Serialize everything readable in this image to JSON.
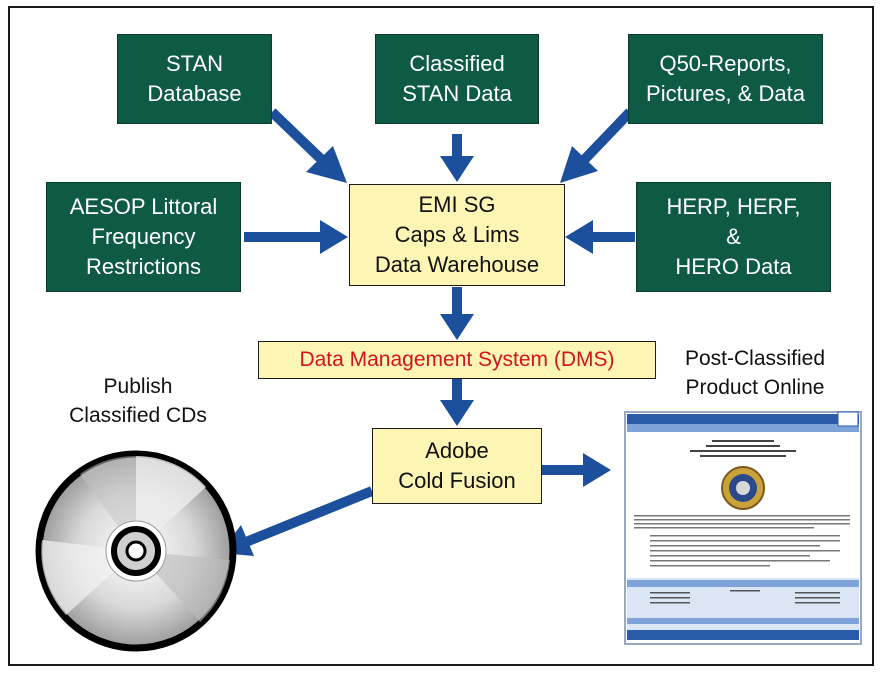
{
  "nodes": {
    "stan": "STAN\nDatabase",
    "classified_stan": "Classified\nSTAN Data",
    "q50": "Q50-Reports,\nPictures, & Data",
    "aesop": "AESOP Littoral\nFrequency\nRestrictions",
    "emi": "EMI SG\nCaps & Lims\nData Warehouse",
    "herp": "HERP, HERF,\n&\nHERO Data",
    "dms": "Data Management System (DMS)",
    "adobe": "Adobe\nCold Fusion"
  },
  "labels": {
    "publish": "Publish\nClassified CDs",
    "post_classified": "Post-Classified\nProduct Online"
  },
  "colors": {
    "green_box": "#0f5a45",
    "yellow_box": "#fdf5b4",
    "arrow": "#1c4f9c",
    "dms_text": "#d4141c"
  },
  "icons": {
    "cd": "cd-disc-icon",
    "document": "web-page-thumbnail-icon"
  }
}
